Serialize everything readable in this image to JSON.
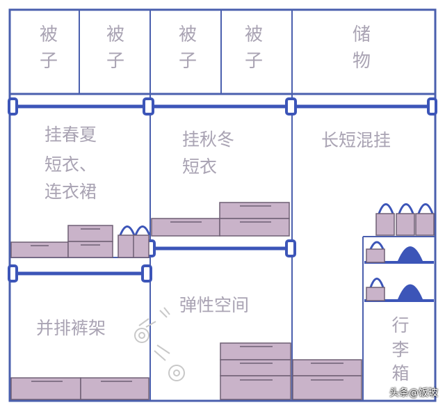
{
  "colors": {
    "frame": "#4a5fae",
    "rail": "#3c55b8",
    "drawer_fill": "#c9b3c9",
    "drawer_stroke": "#6e5f74",
    "label": "#a9a3b3"
  },
  "top_shelf": {
    "cells": [
      {
        "line1": "被",
        "line2": "子"
      },
      {
        "line1": "被",
        "line2": "子"
      },
      {
        "line1": "被",
        "line2": "子"
      },
      {
        "line1": "被",
        "line2": "子"
      },
      {
        "line1": "储",
        "line2": "物"
      }
    ]
  },
  "left_section": {
    "line1": "挂春夏",
    "line2": "短衣、",
    "line3": "连衣裙"
  },
  "middle_section": {
    "line1": "挂秋冬",
    "line2": "短衣"
  },
  "right_section": {
    "label": "长短混挂"
  },
  "pants_rack": {
    "label": "并排裤架"
  },
  "flexible_space": {
    "label": "弹性空间"
  },
  "luggage": {
    "line1": "行",
    "line2": "李",
    "line3": "箱"
  },
  "watermark": {
    "text": "头条@饭玻"
  }
}
